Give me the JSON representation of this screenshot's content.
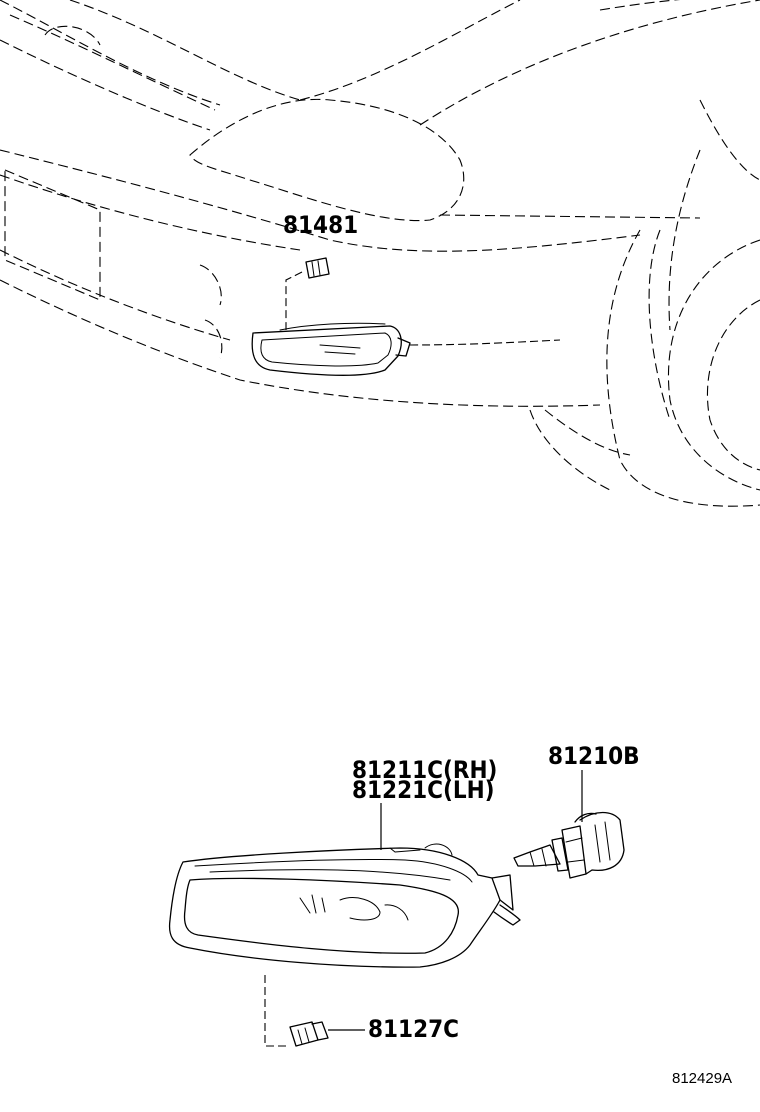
{
  "parts": {
    "clip_upper": "81481",
    "lamp_rh": "81211C(RH)",
    "lamp_lh": "81221C(LH)",
    "bulb": "81210B",
    "clip_lower": "81127C"
  },
  "illustration_ref": "812429A"
}
